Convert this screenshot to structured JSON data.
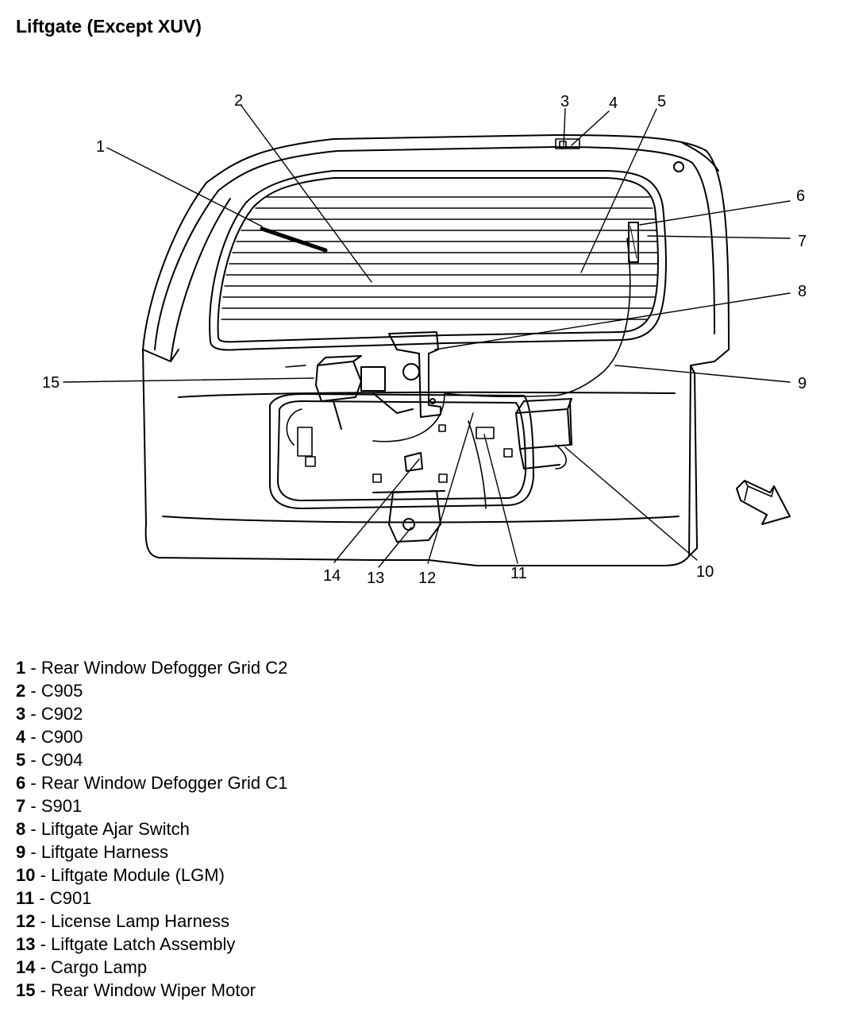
{
  "title": "Liftgate (Except XUV)",
  "callouts": [
    "1",
    "2",
    "3",
    "4",
    "5",
    "6",
    "7",
    "8",
    "9",
    "10",
    "11",
    "12",
    "13",
    "14",
    "15"
  ],
  "legend": [
    {
      "num": "1",
      "sep": " - ",
      "label": "Rear Window Defogger Grid C2"
    },
    {
      "num": "2",
      "sep": " - ",
      "label": "C905"
    },
    {
      "num": "3",
      "sep": " - ",
      "label": "C902"
    },
    {
      "num": "4",
      "sep": " - ",
      "label": "C900"
    },
    {
      "num": "5",
      "sep": " - ",
      "label": "C904"
    },
    {
      "num": "6",
      "sep": " - ",
      "label": "Rear Window Defogger Grid C1"
    },
    {
      "num": "7",
      "sep": " - ",
      "label": "S901"
    },
    {
      "num": "8",
      "sep": " - ",
      "label": "Liftgate Ajar Switch"
    },
    {
      "num": "9",
      "sep": " - ",
      "label": "Liftgate Harness"
    },
    {
      "num": "10",
      "sep": " - ",
      "label": "Liftgate Module (LGM)"
    },
    {
      "num": "11",
      "sep": " - ",
      "label": "C901"
    },
    {
      "num": "12",
      "sep": " - ",
      "label": "License Lamp Harness"
    },
    {
      "num": "13",
      "sep": " - ",
      "label": "Liftgate Latch Assembly"
    },
    {
      "num": "14",
      "sep": " - ",
      "label": "Cargo Lamp"
    },
    {
      "num": "15",
      "sep": " - ",
      "label": "Rear Window Wiper Motor"
    }
  ]
}
